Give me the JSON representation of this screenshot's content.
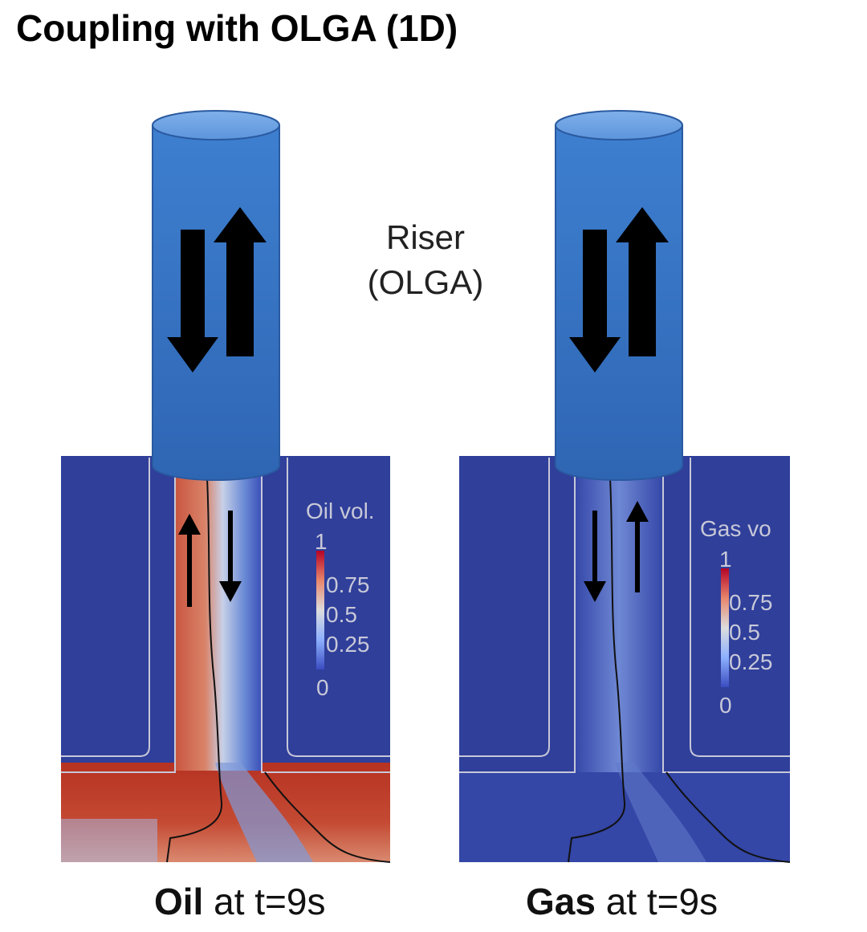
{
  "title": "Coupling with OLGA (1D)",
  "riser_label": {
    "line1": "Riser",
    "line2": "(OLGA)"
  },
  "panels": [
    {
      "name": "oil",
      "legend_title": "Oil vol.",
      "ticks": [
        "1",
        "0.75",
        "0.5",
        "0.25",
        "0"
      ],
      "caption_bold": "Oil",
      "caption_rest": " at t=9s"
    },
    {
      "name": "gas",
      "legend_title": "Gas vo",
      "ticks": [
        "1",
        "0.75",
        "0.5",
        "0.25",
        "0"
      ],
      "caption_bold": "Gas",
      "caption_rest": " at t=9s"
    }
  ],
  "colors": {
    "cylinder_blue": "#3a75c4",
    "field_blue": "#2f3f9a",
    "oil_red": "#c23a26",
    "outline": "#c8c8d8"
  }
}
